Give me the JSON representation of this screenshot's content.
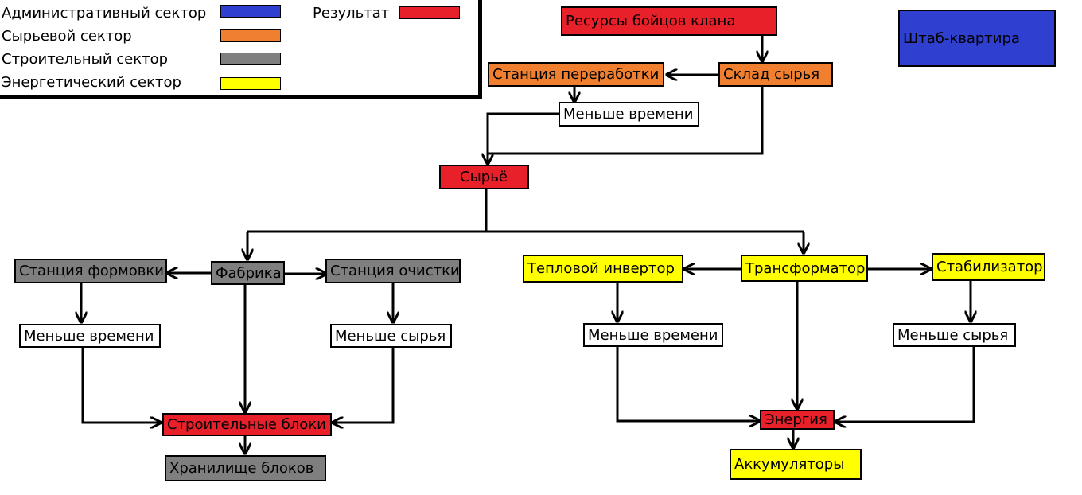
{
  "colors": {
    "administrative": "#2f3fd0",
    "raw": "#f08030",
    "construction": "#7f7f7f",
    "energy": "#ffff00",
    "result": "#e8202a",
    "neutral": "#ffffff"
  },
  "legend": {
    "administrative": "Административный сектор",
    "raw": "Сырьевой сектор",
    "construction": "Строительный сектор",
    "energy": "Энергетический сектор",
    "result": "Результат"
  },
  "nodes": {
    "clan_resources": "Ресурсы бойцов клана",
    "headquarters": "Штаб-квартира",
    "raw_storage": "Склад сырья",
    "processing_station": "Станция переработки",
    "less_time_top": "Меньше времени",
    "raw_material": "Сырьё",
    "factory": "Фабрика",
    "molding_station": "Станция формовки",
    "cleaning_station": "Станция очистки",
    "less_time_left": "Меньше времени",
    "less_raw_left": "Меньше сырья",
    "building_blocks": "Строительные блоки",
    "block_storage": "Хранилище блоков",
    "transformer": "Трансформатор",
    "heat_inverter": "Тепловой инвертор",
    "stabilizer": "Стабилизатор",
    "less_time_right": "Меньше времени",
    "less_raw_right": "Меньше сырья",
    "energy": "Энергия",
    "accumulators": "Аккумуляторы"
  }
}
